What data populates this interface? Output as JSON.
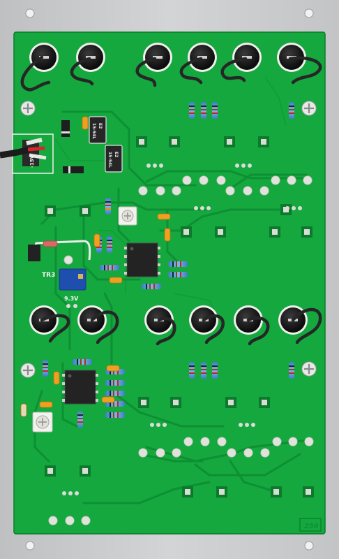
{
  "photo": {
    "subject": "eurorack-module-pcb-rear",
    "colors": {
      "panel": "#c9cacc",
      "pcb": "#14a83f",
      "trace": "#0f8f35",
      "pad": "#d8d8d2",
      "jack": "#1a1a1a",
      "wire": "#2a2a2a"
    }
  },
  "labels": {
    "power_header": "-15V",
    "trimmer_ref": "TR3",
    "voltage_note": "9.3V",
    "board_number": "256",
    "diode_code_1": "15-54L",
    "diode_code_2": "15-54L",
    "diode_mark_1": "E2",
    "diode_mark_2": "E2"
  }
}
